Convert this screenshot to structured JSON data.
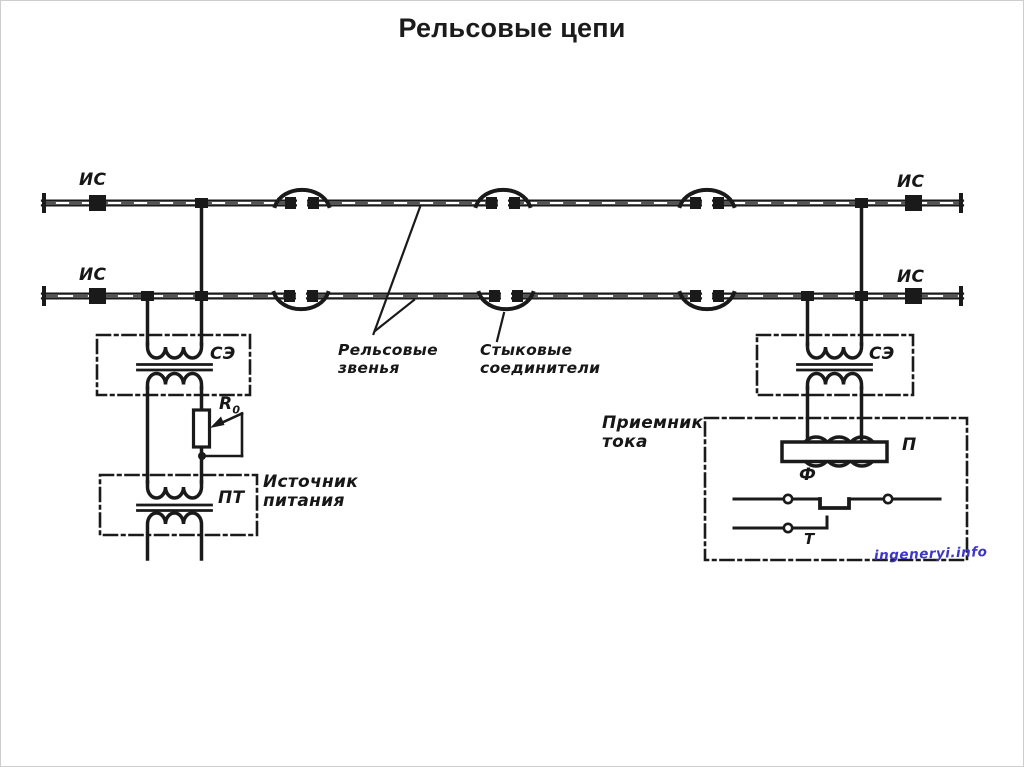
{
  "title": "Рельсовые цепи",
  "diagram": {
    "insulated_joints": {
      "top_left": "ИС",
      "bottom_left": "ИС",
      "top_right": "ИС",
      "bottom_right": "ИС"
    },
    "feed_end": {
      "relay_transformer": "СЭ",
      "limiter": {
        "base": "R",
        "sub": "0"
      },
      "power_transformer": "ПТ",
      "caption": [
        "Источник",
        "питания"
      ]
    },
    "receive_end": {
      "relay_transformer": "СЭ",
      "relay": "П",
      "front_contact": "Ф",
      "back_contact": "Т",
      "caption": [
        "Приемник",
        "тока"
      ]
    },
    "callouts": {
      "rail_links": [
        "Рельсовые",
        "звенья"
      ],
      "joint_connectors": [
        "Стыковые",
        "соединители"
      ]
    }
  },
  "watermark": "ingeneryi.info",
  "colors": {
    "ink": "#1a1a1a",
    "watermark_blue": "#3d36c9",
    "paper": "#ffffff"
  }
}
